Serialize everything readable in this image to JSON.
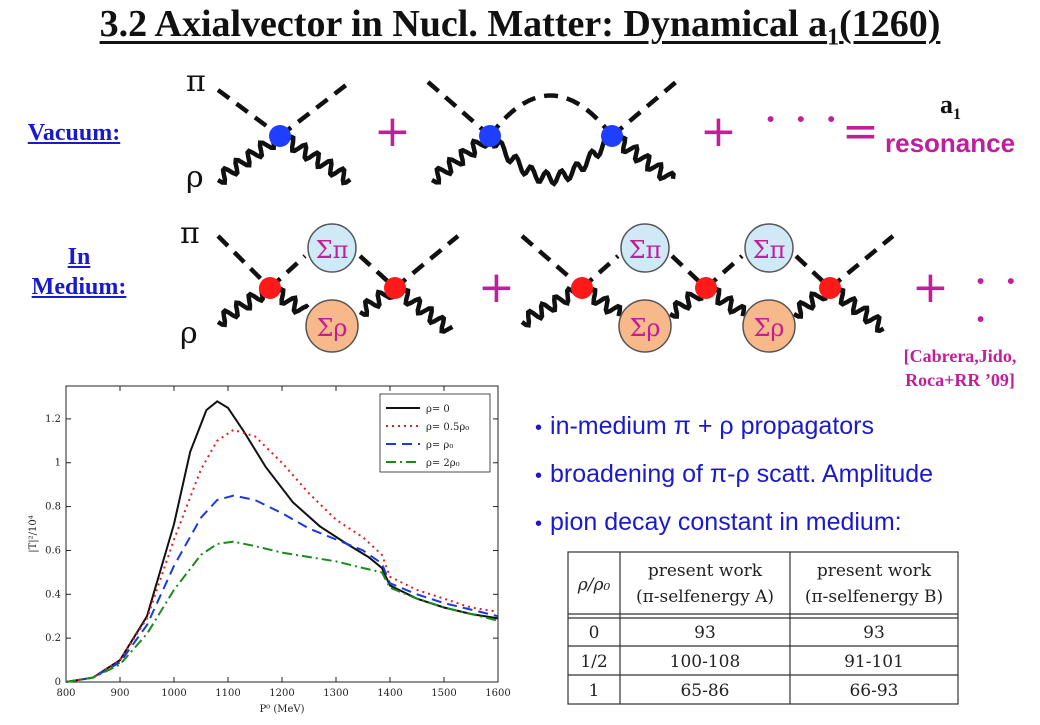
{
  "slide": {
    "title": "3.2 Axialvector in Nucl. Matter: Dynamical a",
    "title_sub": "1",
    "title_tail": "(1260)"
  },
  "vacuum": {
    "label": "Vacuum:",
    "pi_symbol": "π",
    "rho_symbol": "ρ",
    "plus1": "+",
    "plus2": "+",
    "ellipsis": "· · ·",
    "equals": "=",
    "result_symbol": "a",
    "result_sub": "1",
    "result_label": "resonance"
  },
  "medium": {
    "label_line1": "In",
    "label_line2": "Medium:",
    "pi_symbol": "π",
    "rho_symbol": "ρ",
    "sigma_pi": "Σπ",
    "sigma_rho": "Σρ",
    "plus1": "+",
    "plus2": "+",
    "ellipsis": "· · ·",
    "citation_line1": "[Cabrera,Jido,",
    "citation_line2": "Roca+RR ’09]"
  },
  "bullets": [
    "in-medium  π + ρ propagators",
    "broadening of π-ρ scatt. Amplitude",
    "pion decay constant in medium:"
  ],
  "colors": {
    "vertex_vacuum": "#1f3fff",
    "vertex_medium": "#ff1a1a",
    "sigma_pi_fill": "#cfe9f7",
    "sigma_rho_fill": "#f7b98a",
    "magenta": "#c01f9a",
    "blue_text": "#1a1acc"
  },
  "table": {
    "headers": [
      "ρ/ρ₀",
      [
        "present work",
        "(π-selfenergy A)"
      ],
      [
        "present work",
        "(π-selfenergy B)"
      ]
    ],
    "rows": [
      [
        "0",
        "93",
        "93"
      ],
      [
        "1/2",
        "100-108",
        "91-101"
      ],
      [
        "1",
        "65-86",
        "66-93"
      ]
    ]
  },
  "chart_data": {
    "type": "line",
    "xlabel": "P⁰ (MeV)",
    "ylabel": "|T|²/10⁴",
    "xlim": [
      800,
      1600
    ],
    "ylim": [
      0,
      1.35
    ],
    "x_ticks": [
      800,
      900,
      1000,
      1100,
      1200,
      1300,
      1400,
      1500,
      1600
    ],
    "y_ticks": [
      "0",
      "0.2",
      "0.4",
      "0.6",
      "0.8",
      "1",
      "1.2"
    ],
    "legend_position": "top-right",
    "series": [
      {
        "name": "ρ= 0",
        "color": "#111111",
        "dash": "solid",
        "x": [
          800,
          850,
          900,
          950,
          1000,
          1030,
          1060,
          1080,
          1100,
          1130,
          1170,
          1220,
          1270,
          1320,
          1360,
          1385,
          1400,
          1450,
          1500,
          1550,
          1600
        ],
        "y": [
          0.0,
          0.02,
          0.1,
          0.3,
          0.72,
          1.05,
          1.24,
          1.28,
          1.25,
          1.14,
          0.98,
          0.82,
          0.71,
          0.63,
          0.57,
          0.52,
          0.44,
          0.38,
          0.34,
          0.31,
          0.29
        ]
      },
      {
        "name": "ρ= 0.5ρ₀",
        "color": "#e02020",
        "dash": "dotted",
        "x": [
          800,
          850,
          900,
          950,
          1000,
          1050,
          1080,
          1110,
          1150,
          1200,
          1250,
          1300,
          1350,
          1385,
          1400,
          1450,
          1500,
          1550,
          1600
        ],
        "y": [
          0.0,
          0.02,
          0.1,
          0.29,
          0.65,
          0.97,
          1.1,
          1.15,
          1.12,
          1.0,
          0.86,
          0.74,
          0.66,
          0.58,
          0.48,
          0.42,
          0.38,
          0.34,
          0.32
        ]
      },
      {
        "name": "ρ= ρ₀",
        "color": "#1a3adb",
        "dash": "dashed",
        "x": [
          800,
          850,
          900,
          950,
          1000,
          1050,
          1080,
          1110,
          1150,
          1200,
          1250,
          1300,
          1350,
          1385,
          1400,
          1450,
          1500,
          1550,
          1600
        ],
        "y": [
          0.0,
          0.02,
          0.09,
          0.26,
          0.53,
          0.75,
          0.83,
          0.85,
          0.83,
          0.77,
          0.7,
          0.65,
          0.6,
          0.54,
          0.45,
          0.4,
          0.36,
          0.33,
          0.3
        ]
      },
      {
        "name": "ρ= 2ρ₀",
        "color": "#1a8a1a",
        "dash": "dashdot",
        "x": [
          800,
          850,
          900,
          950,
          1000,
          1050,
          1080,
          1110,
          1150,
          1200,
          1250,
          1300,
          1350,
          1385,
          1400,
          1450,
          1500,
          1550,
          1600
        ],
        "y": [
          0.0,
          0.02,
          0.08,
          0.22,
          0.42,
          0.58,
          0.63,
          0.64,
          0.62,
          0.59,
          0.57,
          0.55,
          0.52,
          0.5,
          0.43,
          0.38,
          0.34,
          0.31,
          0.28
        ]
      }
    ]
  }
}
